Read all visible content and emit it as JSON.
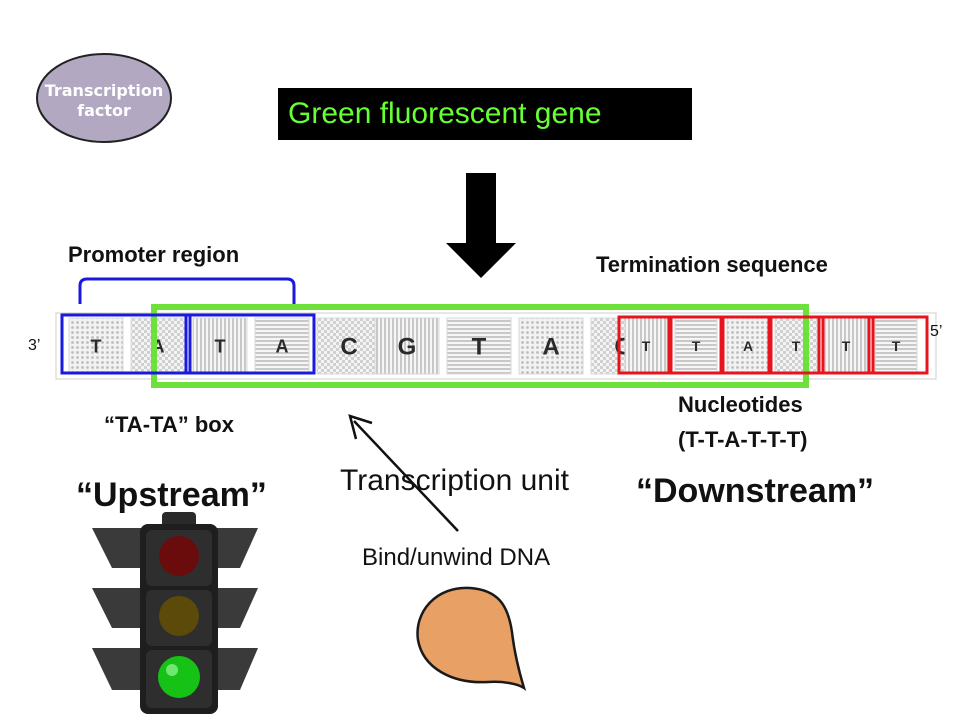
{
  "transcription_factor": {
    "line1": "Transcription",
    "line2": "factor"
  },
  "gene_label": "Green fluorescent gene",
  "promoter_region": "Promoter region",
  "termination_sequence": "Termination sequence",
  "end_left": "3’",
  "end_right": "5’",
  "tata_box": "“TA-TA” box",
  "nucleotides_label": {
    "line1": "Nucleotides",
    "line2": "(T-T-A-T-T-T)"
  },
  "upstream": "“Upstream”",
  "downstream": "“Downstream”",
  "transcription_unit": "Transcription unit",
  "bind_unwind": "Bind/unwind DNA",
  "promoter_bases": [
    "T",
    "A",
    "T",
    "A"
  ],
  "middle_bases": [
    "C",
    "G",
    "T",
    "A",
    "C"
  ],
  "termination_bases": [
    "T",
    "T",
    "A",
    "T",
    "T",
    "T"
  ],
  "colors": {
    "promoter_outline": "#1a1adf",
    "termination_outline": "#e8141d",
    "transcription_unit_outline": "#6ee03a",
    "gene_text": "#66ff33",
    "transcription_factor_fill": "#b3a8c2",
    "polymerase_fill": "#e8a064",
    "light_red": "#6b0c0c",
    "light_yellow": "#5c4a0a",
    "light_green": "#16c216"
  }
}
